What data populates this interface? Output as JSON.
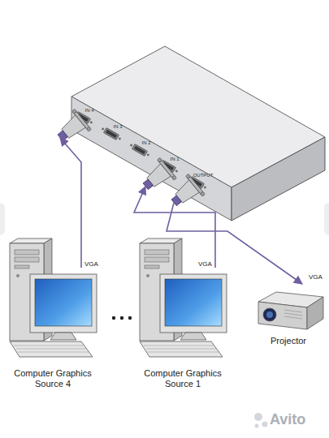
{
  "diagram": {
    "nodes": [
      {
        "text": [
          "IN 4",
          "IN 3",
          "IN 2",
          "IN 1",
          "OUTPUT"
        ]
      },
      {
        "text": [
          "Computer Graphics Source 4"
        ]
      },
      {
        "text": [
          "Computer Graphics Source 1"
        ]
      },
      {
        "text": [
          "Projector"
        ]
      }
    ],
    "edges": [
      {
        "from": 1,
        "to": 0,
        "arrow": "to"
      },
      {
        "from": 2,
        "to": 0,
        "arrow": "to"
      },
      {
        "from": 0,
        "to": 3,
        "arrow": "to"
      }
    ],
    "labels": [
      "VGA",
      "VGA",
      "VGA",
      "Avito"
    ]
  }
}
